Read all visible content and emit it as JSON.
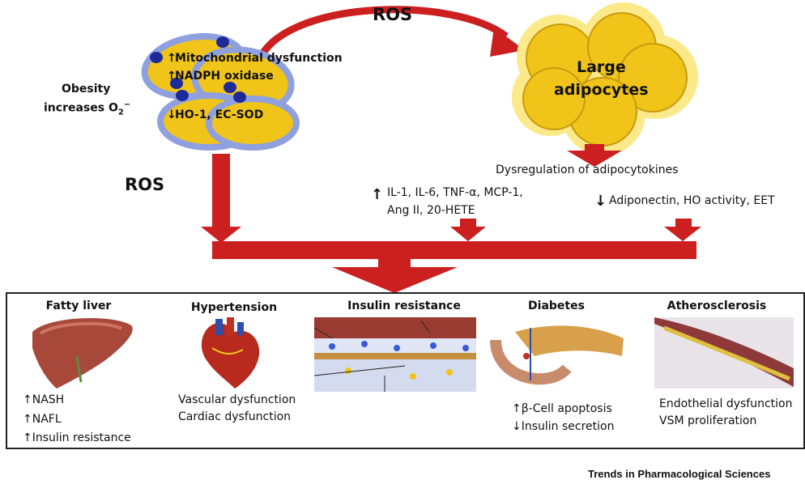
{
  "left_cells": {
    "label_line1": "Obesity",
    "label_line2": "increases O",
    "label_sub": "2",
    "label_sup": "−",
    "up_items": [
      "Mitochondrial dysfunction",
      "NADPH oxidase"
    ],
    "down_items": [
      "HO-1, EC-SOD"
    ]
  },
  "ros_top": "ROS",
  "ros_left": "ROS",
  "large_adipocytes": [
    "Large",
    "adipocytes"
  ],
  "dysregulation": "Dysregulation of adipocytokines",
  "up_cytokines": [
    "IL-1, IL-6, TNF-α, MCP-1,",
    "Ang II, 20-HETE"
  ],
  "down_cytokines": "Adiponectin, HO activity, EET",
  "panels": [
    {
      "title": "Fatty liver",
      "lines": [
        {
          "arrow": "↑",
          "text": "NASH"
        },
        {
          "arrow": "↑",
          "text": "NAFL"
        },
        {
          "arrow": "↑",
          "text": "Insulin resistance"
        }
      ]
    },
    {
      "title": "Hypertension",
      "lines": [
        {
          "arrow": "",
          "text": "Vascular dysfunction"
        },
        {
          "arrow": "",
          "text": "Cardiac dysfunction"
        }
      ]
    },
    {
      "title": "Insulin resistance",
      "lines": []
    },
    {
      "title": "Diabetes",
      "lines": [
        {
          "arrow": "↑",
          "text": "β-Cell apoptosis"
        },
        {
          "arrow": "↓",
          "text": "Insulin secretion"
        }
      ]
    },
    {
      "title": "Atherosclerosis",
      "lines": [
        {
          "arrow": "",
          "text": "Endothelial dysfunction"
        },
        {
          "arrow": "",
          "text": "VSM proliferation"
        }
      ]
    }
  ],
  "footer": "Trends in Pharmacological Sciences",
  "colors": {
    "arrow_red": "#cc1f1f",
    "fat_yellow": "#f0c419",
    "fat_light": "#fbe98a",
    "cell_blue": "#b9c4ea",
    "nucleus": "#1e2a9a"
  }
}
